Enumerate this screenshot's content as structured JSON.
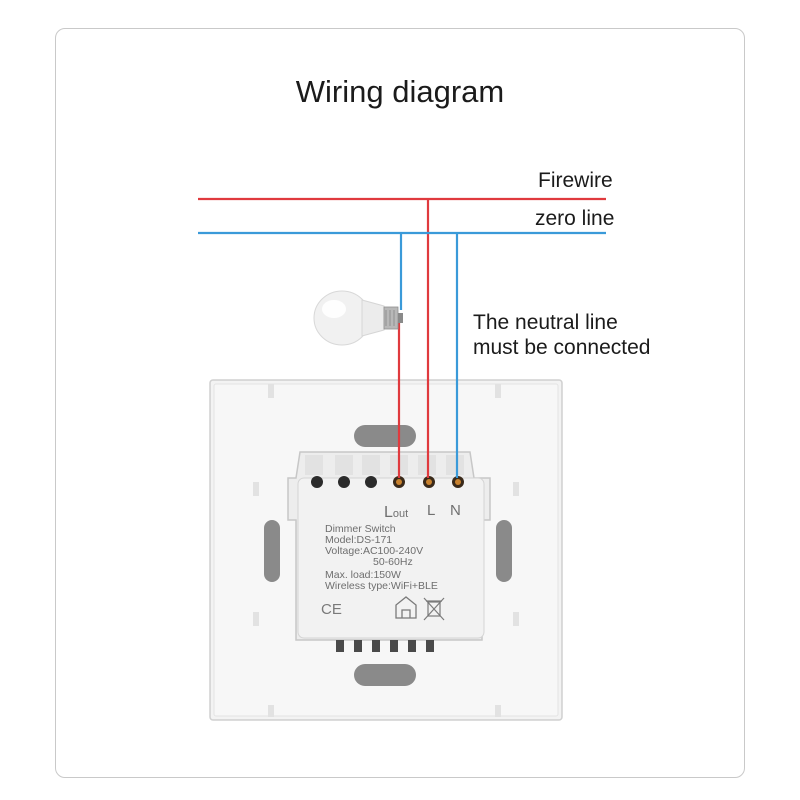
{
  "title": "Wiring diagram",
  "wires": {
    "firewire_label": "Firewire",
    "zero_line_label": "zero line",
    "firewire_color": "#e03a3e",
    "zero_line_color": "#3a9ad9"
  },
  "note": {
    "line1": "The neutral line",
    "line2": "must be connected"
  },
  "switch": {
    "terminals": {
      "lout": "L",
      "lout_sub": "out",
      "l": "L",
      "n": "N"
    },
    "spec_lines": [
      "Dimmer Switch",
      "Model:DS-171",
      "Voltage:AC100-240V",
      "50-60Hz",
      "Max. load:150W",
      "Wireless type:WiFi+BLE"
    ],
    "ce_mark": "CE"
  },
  "icons": [
    "bulb-icon",
    "house-icon",
    "weee-bin-icon"
  ]
}
